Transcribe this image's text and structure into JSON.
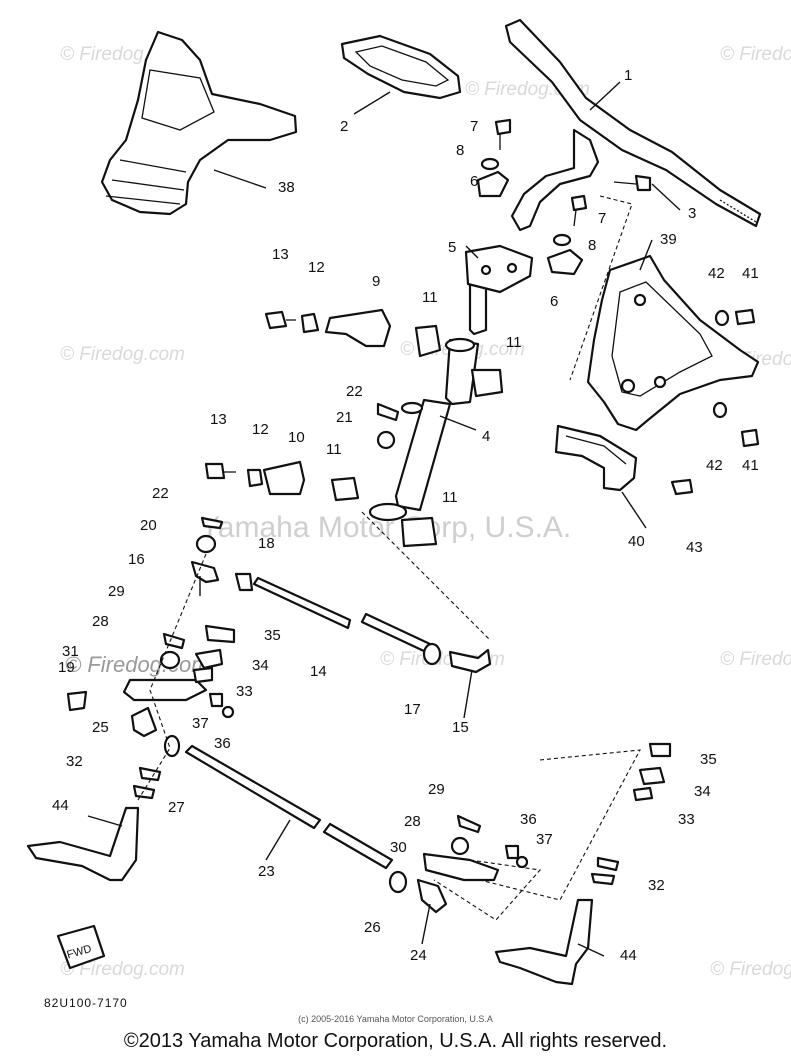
{
  "diagram": {
    "watermark_text": "Yamaha Motor Corp, U.S.A.",
    "site_watermark": "© Firedog.com",
    "drawing_code": "82U100-7170",
    "small_copyright": "(c) 2005-2016 Yamaha Motor Corporation, U.S.A",
    "copyright": "©2013 Yamaha Motor Corporation, U.S.A. All rights reserved.",
    "fwd_label": "FWD",
    "callouts": [
      {
        "id": "c1",
        "text": "1"
      },
      {
        "id": "c2",
        "text": "2"
      },
      {
        "id": "c3",
        "text": "3"
      },
      {
        "id": "c4",
        "text": "4"
      },
      {
        "id": "c5",
        "text": "5"
      },
      {
        "id": "c6a",
        "text": "6"
      },
      {
        "id": "c6b",
        "text": "6"
      },
      {
        "id": "c7a",
        "text": "7"
      },
      {
        "id": "c7b",
        "text": "7"
      },
      {
        "id": "c8a",
        "text": "8"
      },
      {
        "id": "c8b",
        "text": "8"
      },
      {
        "id": "c9",
        "text": "9"
      },
      {
        "id": "c10",
        "text": "10"
      },
      {
        "id": "c11a",
        "text": "11"
      },
      {
        "id": "c11b",
        "text": "11"
      },
      {
        "id": "c11c",
        "text": "11"
      },
      {
        "id": "c11d",
        "text": "11"
      },
      {
        "id": "c12a",
        "text": "12"
      },
      {
        "id": "c12b",
        "text": "12"
      },
      {
        "id": "c13a",
        "text": "13"
      },
      {
        "id": "c13b",
        "text": "13"
      },
      {
        "id": "c14",
        "text": "14"
      },
      {
        "id": "c15",
        "text": "15"
      },
      {
        "id": "c16",
        "text": "16"
      },
      {
        "id": "c17",
        "text": "17"
      },
      {
        "id": "c18",
        "text": "18"
      },
      {
        "id": "c19",
        "text": "19"
      },
      {
        "id": "c20",
        "text": "20"
      },
      {
        "id": "c21",
        "text": "21"
      },
      {
        "id": "c22a",
        "text": "22"
      },
      {
        "id": "c22b",
        "text": "22"
      },
      {
        "id": "c23",
        "text": "23"
      },
      {
        "id": "c24",
        "text": "24"
      },
      {
        "id": "c25",
        "text": "25"
      },
      {
        "id": "c26",
        "text": "26"
      },
      {
        "id": "c27",
        "text": "27"
      },
      {
        "id": "c28a",
        "text": "28"
      },
      {
        "id": "c28b",
        "text": "28"
      },
      {
        "id": "c29a",
        "text": "29"
      },
      {
        "id": "c29b",
        "text": "29"
      },
      {
        "id": "c30",
        "text": "30"
      },
      {
        "id": "c31",
        "text": "31"
      },
      {
        "id": "c32a",
        "text": "32"
      },
      {
        "id": "c32b",
        "text": "32"
      },
      {
        "id": "c33a",
        "text": "33"
      },
      {
        "id": "c33b",
        "text": "33"
      },
      {
        "id": "c34a",
        "text": "34"
      },
      {
        "id": "c34b",
        "text": "34"
      },
      {
        "id": "c35a",
        "text": "35"
      },
      {
        "id": "c35b",
        "text": "35"
      },
      {
        "id": "c36a",
        "text": "36"
      },
      {
        "id": "c36b",
        "text": "36"
      },
      {
        "id": "c37a",
        "text": "37"
      },
      {
        "id": "c37b",
        "text": "37"
      },
      {
        "id": "c38",
        "text": "38"
      },
      {
        "id": "c39",
        "text": "39"
      },
      {
        "id": "c40",
        "text": "40"
      },
      {
        "id": "c41a",
        "text": "41"
      },
      {
        "id": "c41b",
        "text": "41"
      },
      {
        "id": "c42a",
        "text": "42"
      },
      {
        "id": "c42b",
        "text": "42"
      },
      {
        "id": "c43",
        "text": "43"
      },
      {
        "id": "c44a",
        "text": "44"
      },
      {
        "id": "c44b",
        "text": "44"
      }
    ]
  }
}
